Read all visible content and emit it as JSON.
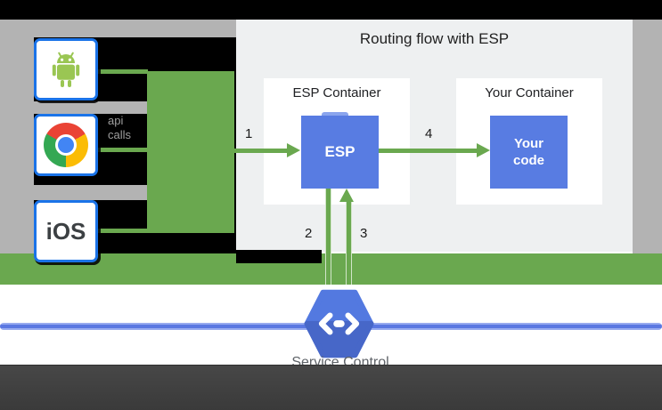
{
  "diagram": {
    "title": "Routing flow with ESP",
    "esp_container_title": "ESP Container",
    "your_container_title": "Your Container",
    "esp_box_label": "ESP",
    "your_code_label": "Your code",
    "ios_label": "iOS",
    "api_calls_label": [
      "api",
      "calls"
    ],
    "steps": [
      "1",
      "2",
      "3",
      "4"
    ],
    "service_label": "Service Control"
  },
  "colors": {
    "flow_green": "#6aa84f",
    "box_blue": "#587ce2",
    "client_border_blue": "#1a73e8",
    "panel_bg": "#eef0f1",
    "backdrop_gray": "#b3b3b3",
    "band_green": "#6aa84f",
    "service_line_blue": "#5b78e2",
    "hexagon_blue": "#5379e0",
    "hexagon_shade_blue": "#4767c8",
    "footer_gray": "#3f3f3f",
    "chrome_red": "#ea4335",
    "chrome_yellow": "#fbbc04",
    "chrome_green": "#34a853",
    "chrome_blue": "#4285f4",
    "android_green": "#9ac653",
    "ios_text": "#3c4043"
  }
}
